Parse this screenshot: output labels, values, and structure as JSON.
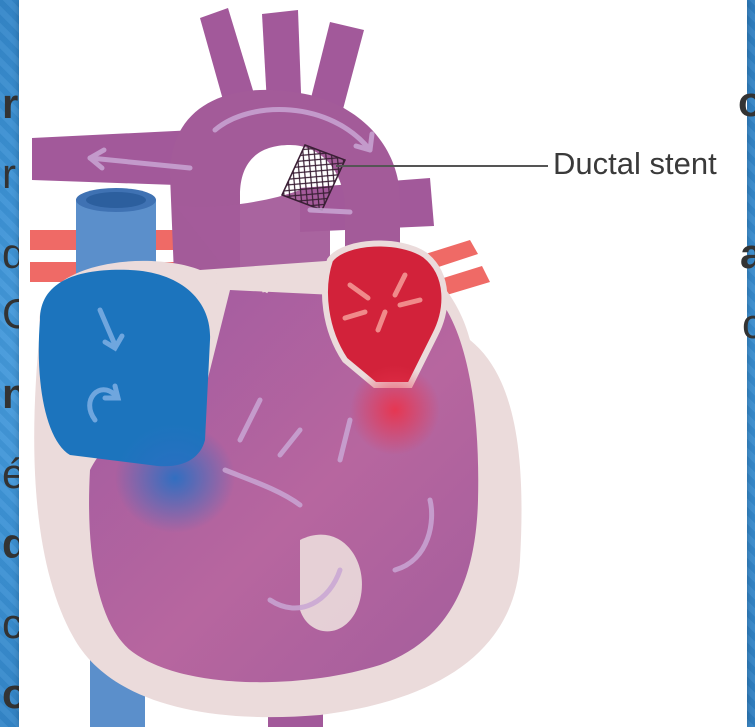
{
  "diagram": {
    "label": "Ductal stent"
  },
  "background_fragments": {
    "left": [
      "r",
      "r",
      "d",
      "C",
      "n",
      "é",
      "d",
      "c",
      "o"
    ],
    "right": [
      "o",
      "a",
      "c"
    ]
  },
  "colors": {
    "background": "#3d93d6",
    "heart_purple": "#a45a96",
    "vein_blue": "#4f87c4",
    "artery_red": "#e0453f",
    "atrium_red": "#d0213a",
    "atrium_blue": "#1a73bd",
    "pericardium": "#ecdcdc"
  }
}
